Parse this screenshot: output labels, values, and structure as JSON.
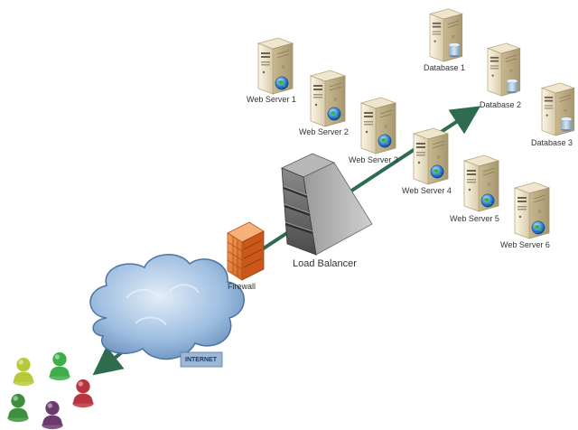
{
  "nodes": {
    "web_servers": [
      "Web Server 1",
      "Web Server 2",
      "Web Server 3",
      "Web Server 4",
      "Web Server 5",
      "Web Server 6"
    ],
    "databases": [
      "Database 1",
      "Database 2",
      "Database 3"
    ],
    "load_balancer": "Load Balancer",
    "firewall": "Firewall",
    "internet": "INTERNET"
  },
  "colors": {
    "connection_line": "#2e6b4f",
    "server_body": "#e8dcc0",
    "cloud": "#8fb3d9",
    "firewall": "#e8782c",
    "load_balancer": "#6a6a6a"
  },
  "icons": {
    "server": "server-icon",
    "database": "database-icon",
    "globe": "globe-icon",
    "user": "user-icon"
  }
}
